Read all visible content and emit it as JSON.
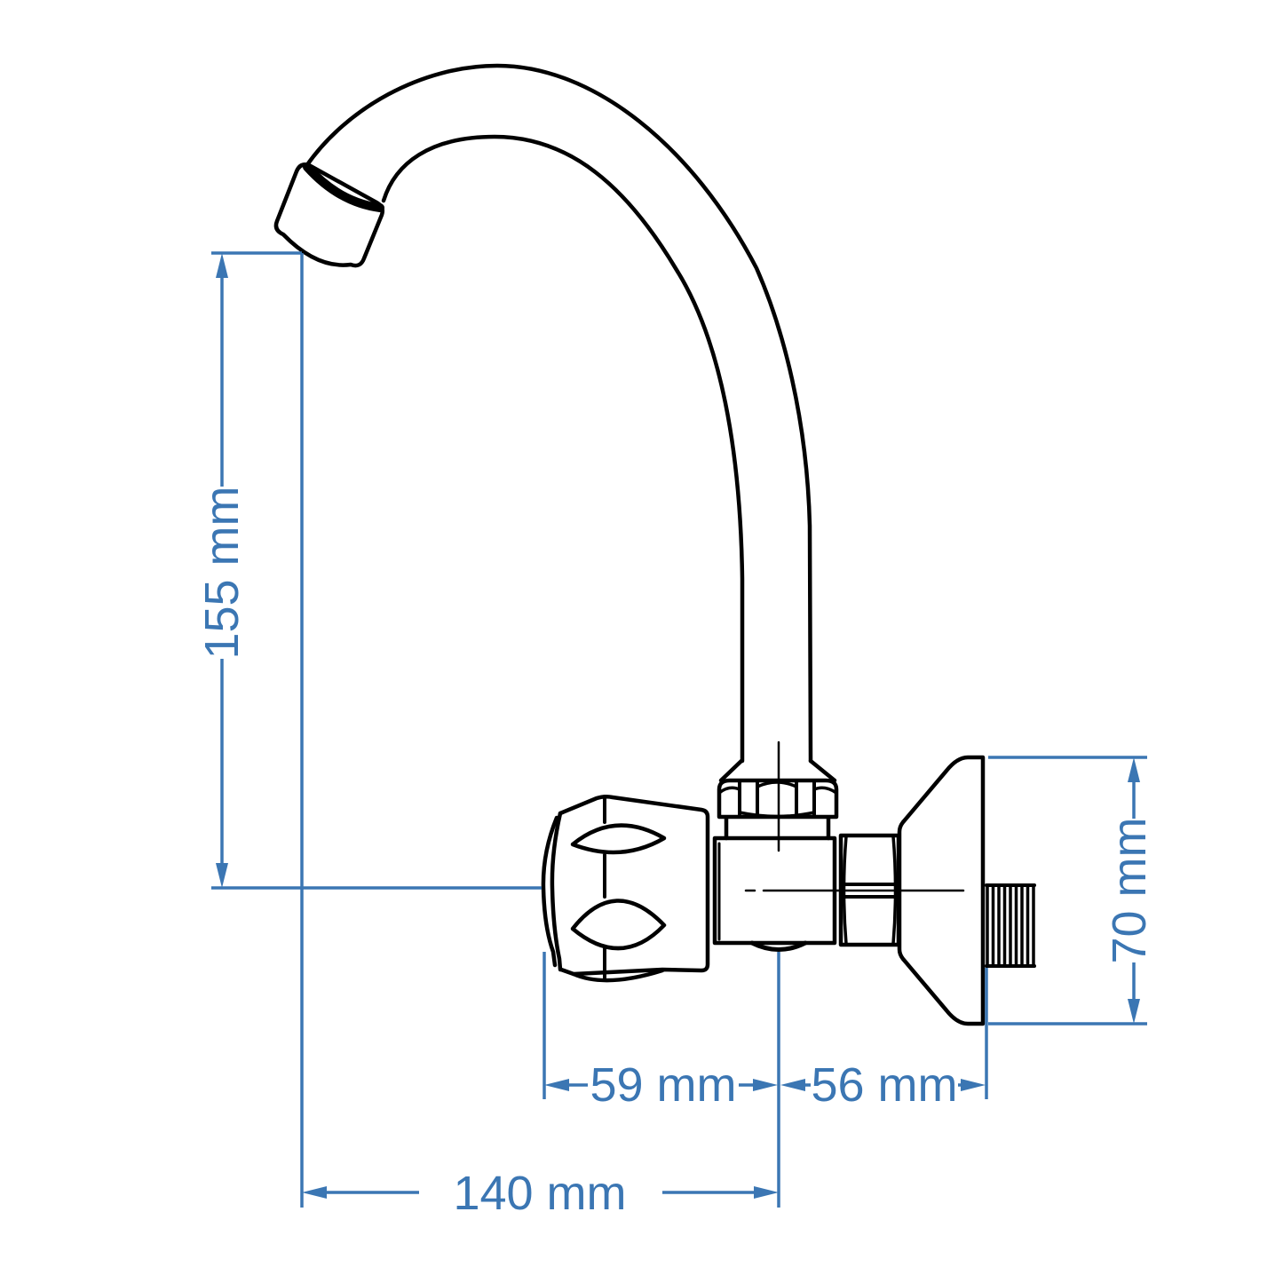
{
  "drawing": {
    "kind": "technical-dimension-drawing",
    "subject": "wall-mounted single-knob kitchen faucet with high swan-neck spout, side elevation view",
    "background_color": "#ffffff",
    "outline_color": "#000000",
    "dimension_color": "#3b76b3",
    "dimensions": {
      "spout_height": {
        "label": "155 mm",
        "orientation": "vertical",
        "measures": "spout outlet height above valve centerline"
      },
      "flange_height": {
        "label": "70 mm",
        "orientation": "vertical",
        "measures": "wall flange height"
      },
      "knob_to_center": {
        "label": "59 mm",
        "orientation": "horizontal",
        "measures": "knob face to spout centerline"
      },
      "center_to_wall": {
        "label": "56 mm",
        "orientation": "horizontal",
        "measures": "spout centerline to wall mounting face"
      },
      "outlet_reach": {
        "label": "140 mm",
        "orientation": "horizontal",
        "measures": "spout outlet to spout centerline"
      }
    }
  }
}
